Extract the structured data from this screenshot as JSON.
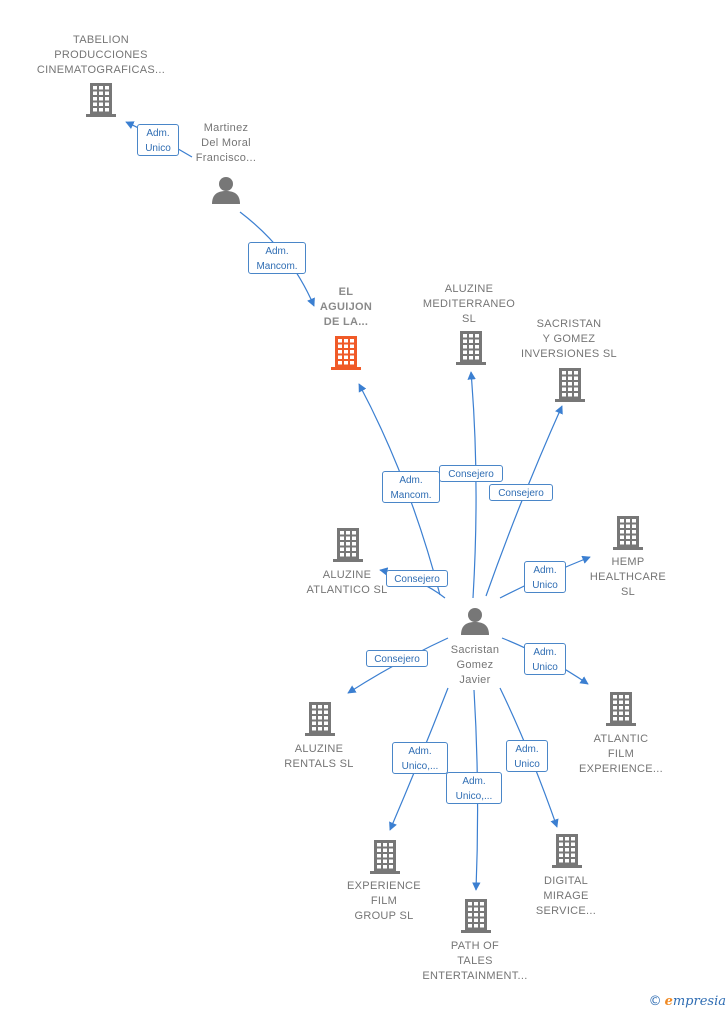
{
  "colors": {
    "edge": "#3b7fd1",
    "building": "#777777",
    "building_highlight": "#f05a28",
    "person": "#777777"
  },
  "nodes": [
    {
      "id": "tabelion",
      "type": "building",
      "label": "TABELION\nPRODUCCIONES\nCINEMATOGRAFICAS...",
      "icon": "building-icon"
    },
    {
      "id": "martinez",
      "type": "person",
      "label": "Martinez\nDel Moral\nFrancisco...",
      "icon": "person-icon"
    },
    {
      "id": "el_aguijon",
      "type": "building",
      "highlight": true,
      "label": "EL\nAGUIJON\nDE LA...",
      "icon": "building-icon"
    },
    {
      "id": "aluzine_med",
      "type": "building",
      "label": "ALUZINE\nMEDITERRANEO\nSL",
      "icon": "building-icon"
    },
    {
      "id": "sacristan_gomez_inv",
      "type": "building",
      "label": "SACRISTAN\nY GOMEZ\nINVERSIONES SL",
      "icon": "building-icon"
    },
    {
      "id": "hemp",
      "type": "building",
      "label": "HEMP\nHEALTHCARE\nSL",
      "icon": "building-icon"
    },
    {
      "id": "aluzine_atl",
      "type": "building",
      "label": "ALUZINE\nATLANTICO  SL",
      "icon": "building-icon"
    },
    {
      "id": "sacristan_javier",
      "type": "person",
      "label": "Sacristan\nGomez\nJavier",
      "icon": "person-icon"
    },
    {
      "id": "aluzine_rentals",
      "type": "building",
      "label": "ALUZINE\nRENTALS SL",
      "icon": "building-icon"
    },
    {
      "id": "atlantic_film",
      "type": "building",
      "label": "ATLANTIC\nFILM\nEXPERIENCE...",
      "icon": "building-icon"
    },
    {
      "id": "experience_film",
      "type": "building",
      "label": "EXPERIENCE\nFILM\nGROUP  SL",
      "icon": "building-icon"
    },
    {
      "id": "digital_mirage",
      "type": "building",
      "label": "DIGITAL\nMIRAGE\nSERVICE...",
      "icon": "building-icon"
    },
    {
      "id": "path_of_tales",
      "type": "building",
      "label": "PATH OF\nTALES\nENTERTAINMENT...",
      "icon": "building-icon"
    }
  ],
  "edges": [
    {
      "from": "martinez",
      "to": "tabelion",
      "label": "Adm.\nUnico"
    },
    {
      "from": "martinez",
      "to": "el_aguijon",
      "label": "Adm.\nMancom."
    },
    {
      "from": "sacristan_javier",
      "to": "el_aguijon",
      "label": "Adm.\nMancom."
    },
    {
      "from": "sacristan_javier",
      "to": "aluzine_med",
      "label": "Consejero"
    },
    {
      "from": "sacristan_javier",
      "to": "sacristan_gomez_inv",
      "label": "Consejero"
    },
    {
      "from": "sacristan_javier",
      "to": "hemp",
      "label": "Adm.\nUnico"
    },
    {
      "from": "sacristan_javier",
      "to": "aluzine_atl",
      "label": "Consejero"
    },
    {
      "from": "sacristan_javier",
      "to": "aluzine_rentals",
      "label": "Consejero"
    },
    {
      "from": "sacristan_javier",
      "to": "atlantic_film",
      "label": "Adm.\nUnico"
    },
    {
      "from": "sacristan_javier",
      "to": "experience_film",
      "label": "Adm.\nUnico,..."
    },
    {
      "from": "sacristan_javier",
      "to": "digital_mirage",
      "label": "Adm.\nUnico"
    },
    {
      "from": "sacristan_javier",
      "to": "path_of_tales",
      "label": "Adm.\nUnico,..."
    }
  ],
  "footer": {
    "copyright": "©",
    "brand_initial": "e",
    "brand_rest": "mpresia"
  }
}
